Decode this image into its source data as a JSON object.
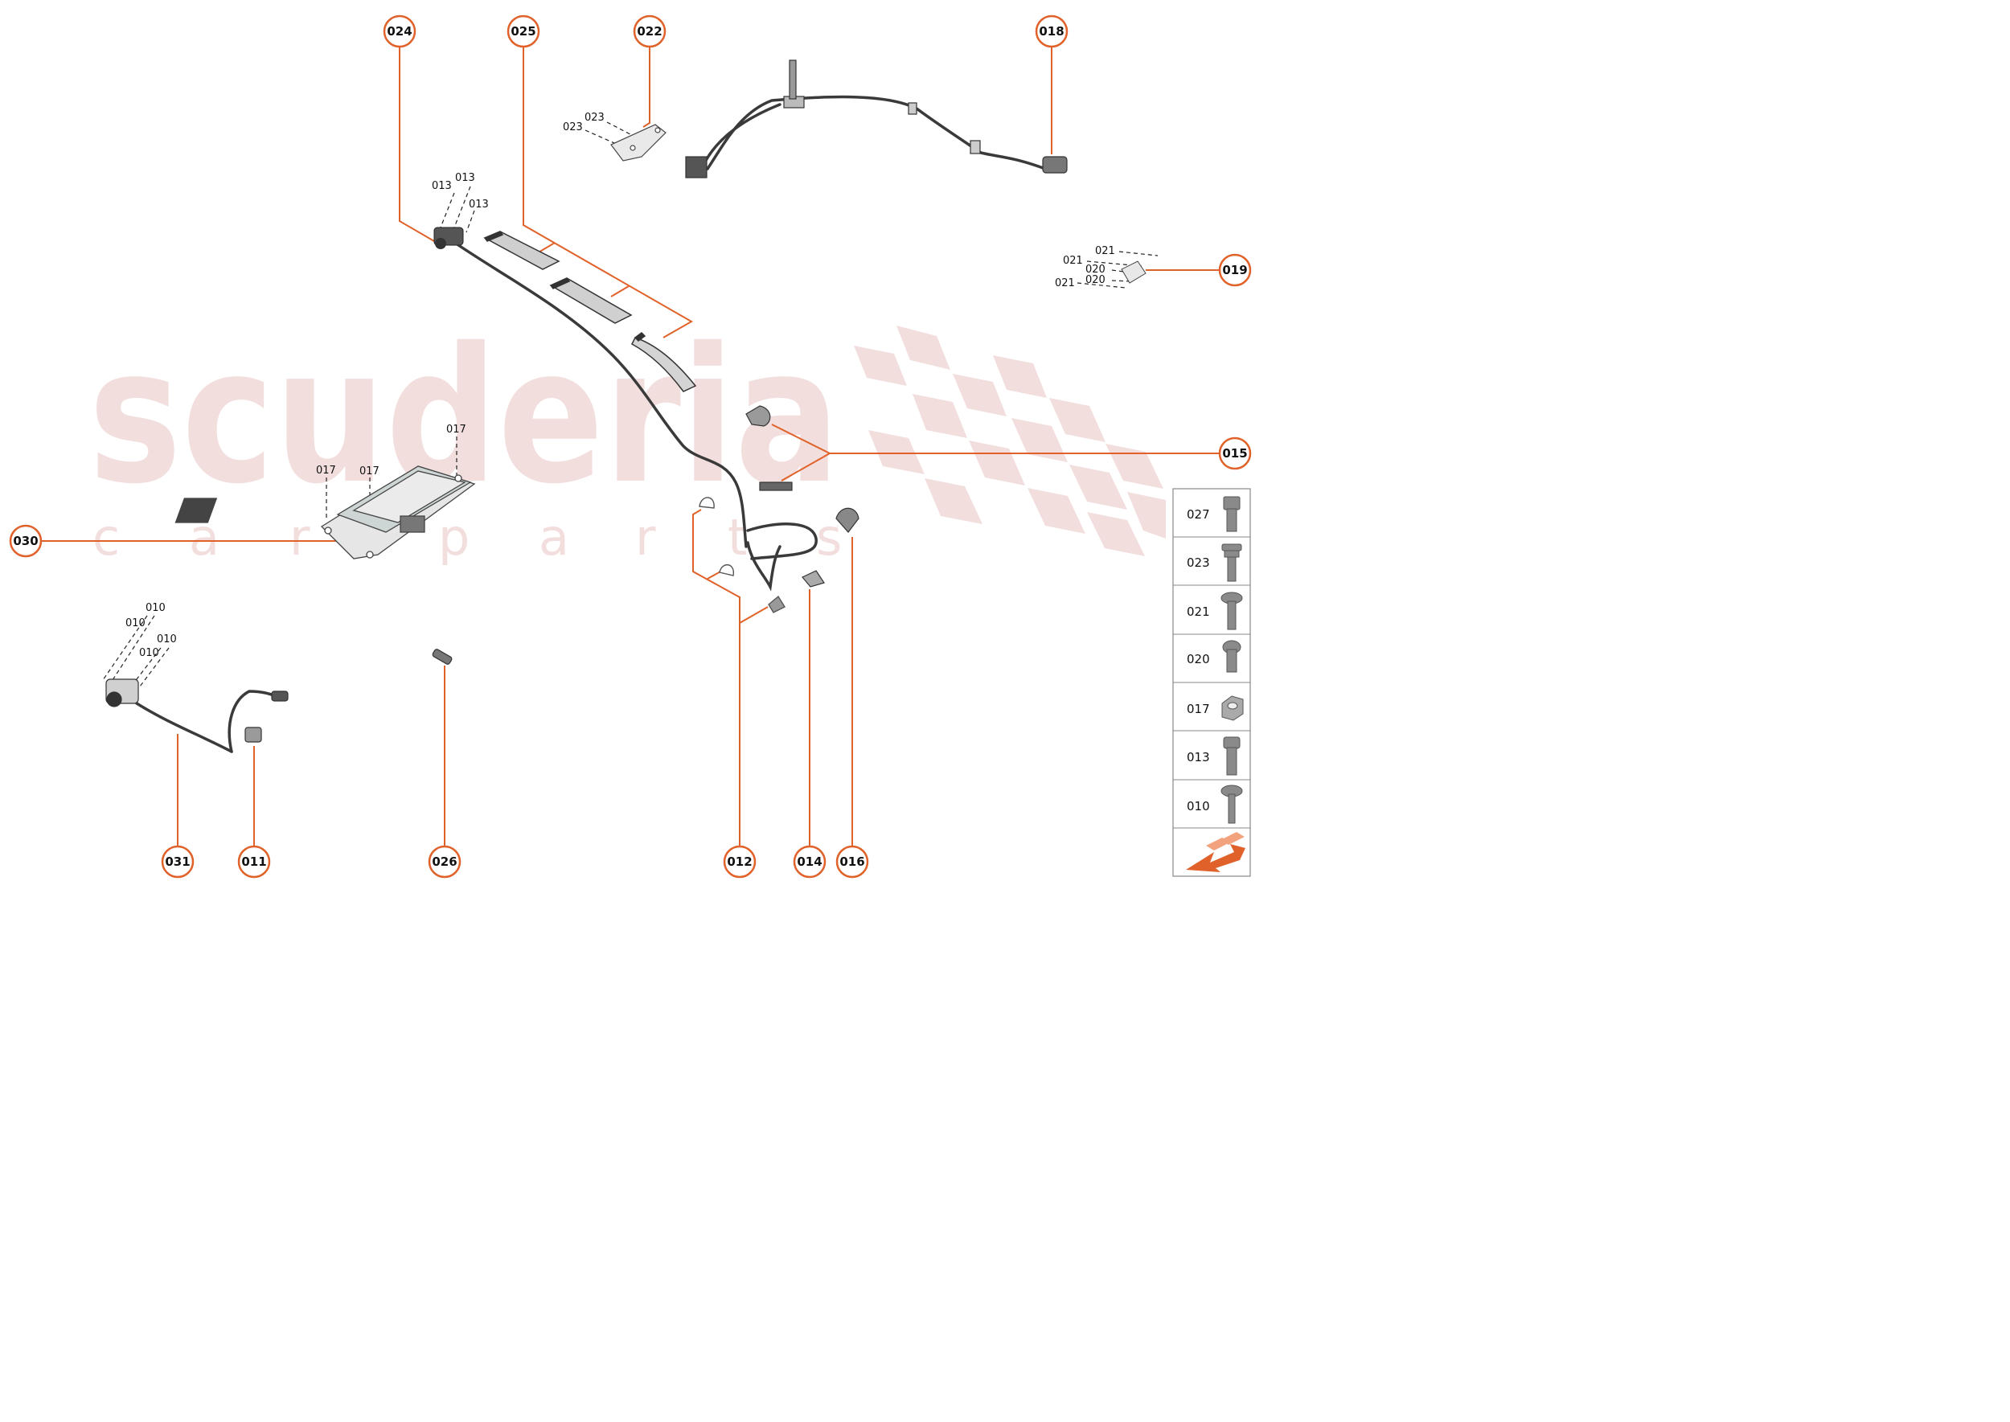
{
  "watermark": {
    "brand": "scuderia",
    "sub": [
      "c",
      "a",
      "r",
      "p",
      "a",
      "r",
      "t",
      "s"
    ],
    "color": "#f0d6d6"
  },
  "accent_color": "#e0622a",
  "callouts": {
    "c024": "024",
    "c025": "025",
    "c022": "022",
    "c018": "018",
    "c019": "019",
    "c015": "015",
    "c030": "030",
    "c031": "031",
    "c011": "011",
    "c026": "026",
    "c012": "012",
    "c014": "014",
    "c016": "016"
  },
  "sublabels": {
    "s023a": "023",
    "s023b": "023",
    "s013a": "013",
    "s013b": "013",
    "s013c": "013",
    "s021a": "021",
    "s021b": "021",
    "s021c": "021",
    "s020a": "020",
    "s020b": "020",
    "s017a": "017",
    "s017b": "017",
    "s017c": "017",
    "s010a": "010",
    "s010b": "010",
    "s010c": "010",
    "s010d": "010"
  },
  "legend": {
    "items": [
      {
        "code": "027",
        "icon": "socket-head-bolt-icon"
      },
      {
        "code": "023",
        "icon": "flange-hex-bolt-icon"
      },
      {
        "code": "021",
        "icon": "pan-head-screw-icon"
      },
      {
        "code": "020",
        "icon": "torx-screw-icon"
      },
      {
        "code": "017",
        "icon": "hex-nut-icon"
      },
      {
        "code": "013",
        "icon": "hex-bolt-icon"
      },
      {
        "code": "010",
        "icon": "round-head-screw-icon"
      }
    ],
    "nav_icon": "arrow-next-icon"
  }
}
